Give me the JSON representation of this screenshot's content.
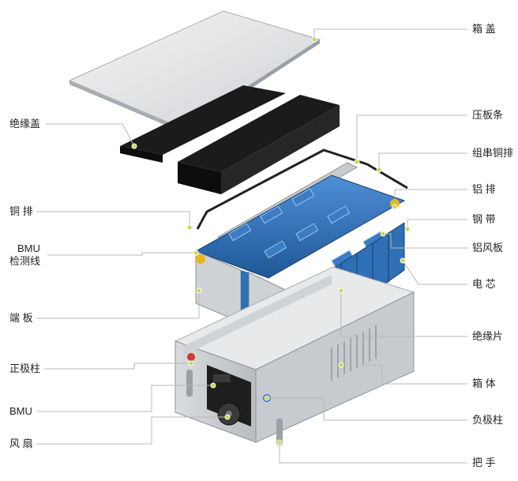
{
  "labels_left": [
    {
      "id": "insulation-cover",
      "text": "绝缘盖"
    },
    {
      "id": "copper-bar",
      "text": "铜 排"
    },
    {
      "id": "bmu-sense-1",
      "text": "BMU"
    },
    {
      "id": "bmu-sense-2",
      "text": "检测线"
    },
    {
      "id": "end-plate",
      "text": "端 板"
    },
    {
      "id": "positive-post",
      "text": "正极柱"
    },
    {
      "id": "bmu",
      "text": "BMU"
    },
    {
      "id": "fan",
      "text": "风 扇"
    }
  ],
  "labels_right": [
    {
      "id": "box-lid",
      "text": "箱 盖"
    },
    {
      "id": "press-bar",
      "text": "压板条"
    },
    {
      "id": "series-copper-bar",
      "text": "组串铜排"
    },
    {
      "id": "aluminum-bar",
      "text": "铝 排"
    },
    {
      "id": "steel-strap",
      "text": "钢 带"
    },
    {
      "id": "aluminum-wind-plate",
      "text": "铝风板"
    },
    {
      "id": "cell",
      "text": "电 芯"
    },
    {
      "id": "insulation-sheet",
      "text": "绝缘片"
    },
    {
      "id": "box-body",
      "text": "箱 体"
    },
    {
      "id": "negative-post",
      "text": "负极柱"
    },
    {
      "id": "handle",
      "text": "把 手"
    }
  ],
  "colors": {
    "leader": "#b8b8b8",
    "dot": "#c8d84a",
    "cell_blue": "#2f6fb5",
    "cover_black": "#1b1b1b",
    "lid_silver": "#e4e6e8"
  }
}
